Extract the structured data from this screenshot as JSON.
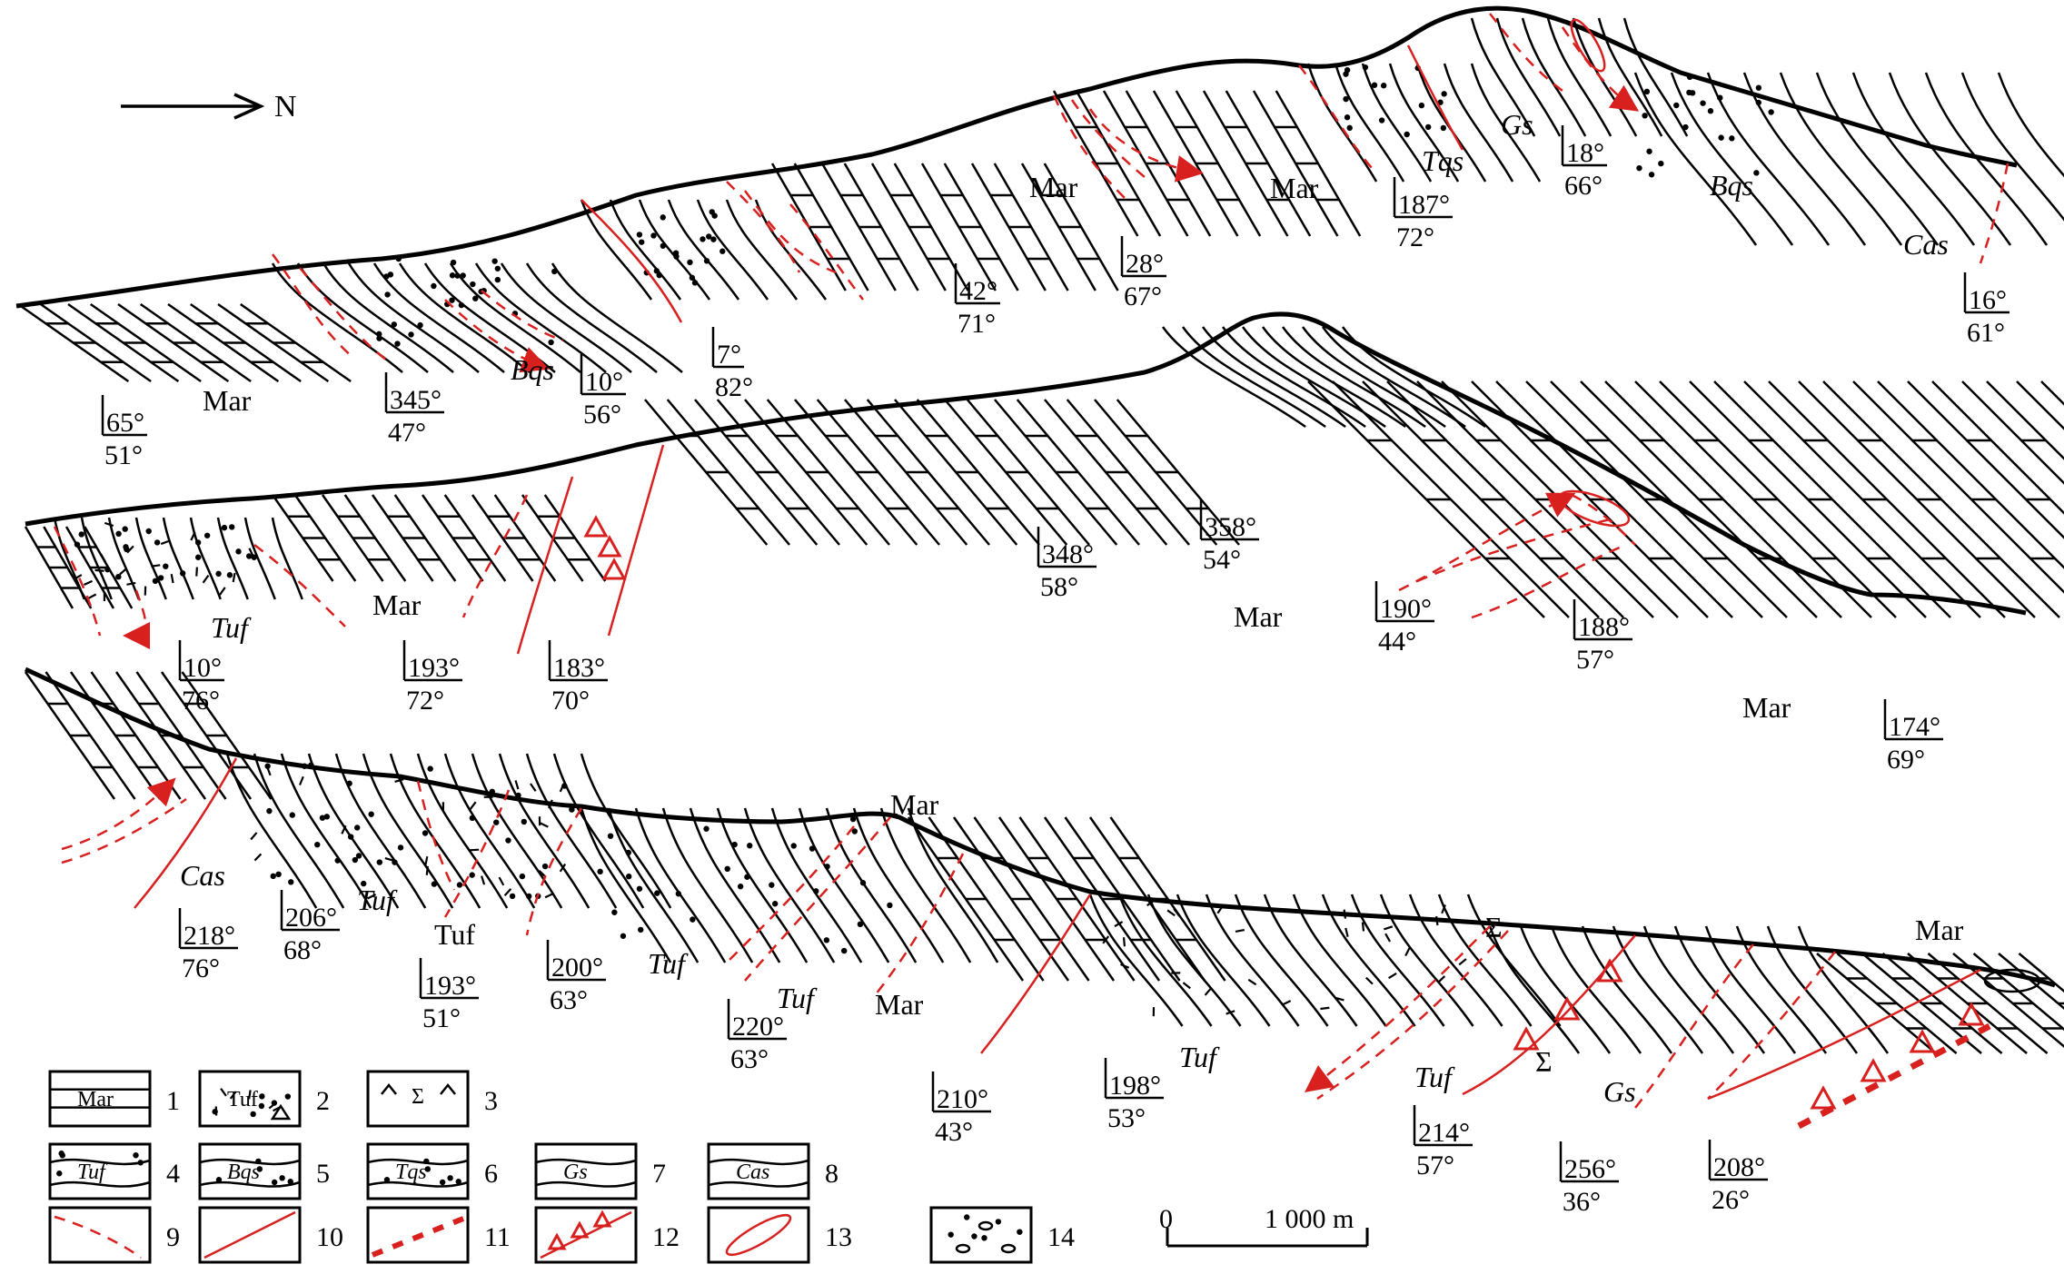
{
  "north_arrow": {
    "label": "N"
  },
  "profile_1": {
    "rock_labels": [
      {
        "text": "Mar",
        "italic": false
      },
      {
        "text": "Bqs",
        "italic": true
      },
      {
        "text": "Mar",
        "italic": false
      },
      {
        "text": "Mar",
        "italic": false
      },
      {
        "text": "Tqs",
        "italic": true
      },
      {
        "text": "Gs",
        "italic": true
      },
      {
        "text": "Bqs",
        "italic": true
      },
      {
        "text": "Cas",
        "italic": true
      }
    ],
    "attitudes": [
      {
        "strike": "65°",
        "dip": "51°"
      },
      {
        "strike": "345°",
        "dip": "47°"
      },
      {
        "strike": "10°",
        "dip": "56°"
      },
      {
        "strike": "7°",
        "dip": "82°"
      },
      {
        "strike": "42°",
        "dip": "71°"
      },
      {
        "strike": "28°",
        "dip": "67°"
      },
      {
        "strike": "187°",
        "dip": "72°"
      },
      {
        "strike": "18°",
        "dip": "66°"
      },
      {
        "strike": "16°",
        "dip": "61°"
      }
    ]
  },
  "profile_2": {
    "rock_labels": [
      {
        "text": "Tuf",
        "italic": true
      },
      {
        "text": "Mar",
        "italic": false
      },
      {
        "text": "Mar",
        "italic": false
      },
      {
        "text": "Mar",
        "italic": false
      }
    ],
    "attitudes": [
      {
        "strike": "10°",
        "dip": "76°"
      },
      {
        "strike": "193°",
        "dip": "72°"
      },
      {
        "strike": "183°",
        "dip": "70°"
      },
      {
        "strike": "348°",
        "dip": "58°"
      },
      {
        "strike": "358°",
        "dip": "54°"
      },
      {
        "strike": "190°",
        "dip": "44°"
      },
      {
        "strike": "188°",
        "dip": "57°"
      },
      {
        "strike": "174°",
        "dip": "69°"
      }
    ]
  },
  "profile_3": {
    "rock_labels": [
      {
        "text": "Cas",
        "italic": true
      },
      {
        "text": "Tuf",
        "italic": true
      },
      {
        "text": "Tuf",
        "italic": false
      },
      {
        "text": "Tuf",
        "italic": true
      },
      {
        "text": "Tuf",
        "italic": true
      },
      {
        "text": "Mar",
        "italic": false
      },
      {
        "text": "Mar",
        "italic": false
      },
      {
        "text": "Tuf",
        "italic": true
      },
      {
        "text": "Tuf",
        "italic": true
      },
      {
        "text": "Σ",
        "italic": false
      },
      {
        "text": "Σ",
        "italic": false
      },
      {
        "text": "Gs",
        "italic": true
      },
      {
        "text": "Mar",
        "italic": false
      }
    ],
    "attitudes": [
      {
        "strike": "218°",
        "dip": "76°"
      },
      {
        "strike": "206°",
        "dip": "68°"
      },
      {
        "strike": "193°",
        "dip": "51°"
      },
      {
        "strike": "200°",
        "dip": "63°"
      },
      {
        "strike": "220°",
        "dip": "63°"
      },
      {
        "strike": "210°",
        "dip": "43°"
      },
      {
        "strike": "198°",
        "dip": "53°"
      },
      {
        "strike": "214°",
        "dip": "57°"
      },
      {
        "strike": "256°",
        "dip": "36°"
      },
      {
        "strike": "208°",
        "dip": "26°"
      }
    ]
  },
  "legend": [
    {
      "num": "1",
      "box_text": "Mar"
    },
    {
      "num": "2",
      "box_text": "Tuf"
    },
    {
      "num": "3",
      "box_text": "Σ"
    },
    {
      "num": "4",
      "box_text": "Tuf"
    },
    {
      "num": "5",
      "box_text": "Bqs"
    },
    {
      "num": "6",
      "box_text": "Tqs"
    },
    {
      "num": "7",
      "box_text": "Gs"
    },
    {
      "num": "8",
      "box_text": "Cas"
    },
    {
      "num": "9",
      "box_text": ""
    },
    {
      "num": "10",
      "box_text": ""
    },
    {
      "num": "11",
      "box_text": ""
    },
    {
      "num": "12",
      "box_text": ""
    },
    {
      "num": "13",
      "box_text": ""
    },
    {
      "num": "14",
      "box_text": ""
    }
  ],
  "scale_bar": {
    "start": "0",
    "end": "1 000 m"
  },
  "colors": {
    "ink": "#000000",
    "red": "#d8201f"
  }
}
